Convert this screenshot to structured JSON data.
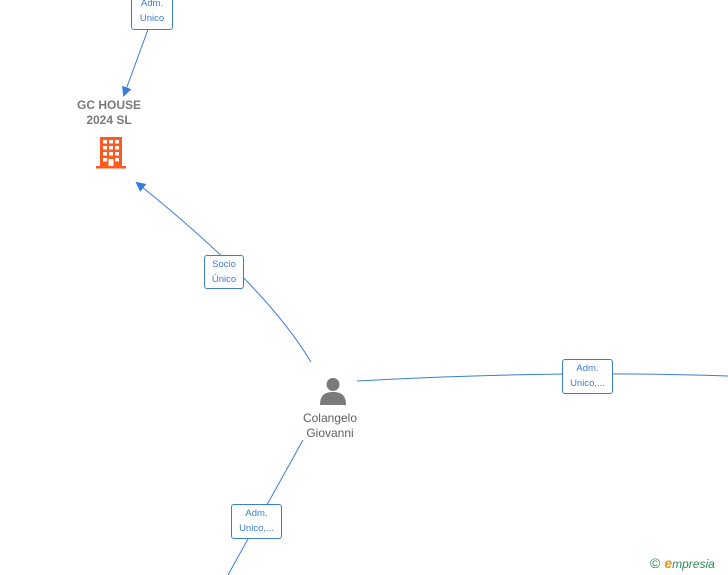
{
  "nodes": {
    "company": {
      "name_line1": "GC HOUSE",
      "name_line2": "2024  SL",
      "icon": "building-icon",
      "color": "#ff5a1f"
    },
    "person": {
      "name_line1": "Colangelo",
      "name_line2": "Giovanni",
      "icon": "person-icon",
      "color": "#7a7a7a"
    }
  },
  "edges": {
    "top": {
      "line1": "Adm.",
      "line2": "Unico"
    },
    "socio": {
      "line1": "Socio",
      "line2": "Único"
    },
    "right": {
      "line1": "Adm.",
      "line2": "Unico,..."
    },
    "bottom": {
      "line1": "Adm.",
      "line2": "Unico,..."
    }
  },
  "colors": {
    "edge": "#3a7dd8"
  },
  "brand": {
    "copyright": "©",
    "e": "e",
    "rest": "mpresia"
  }
}
